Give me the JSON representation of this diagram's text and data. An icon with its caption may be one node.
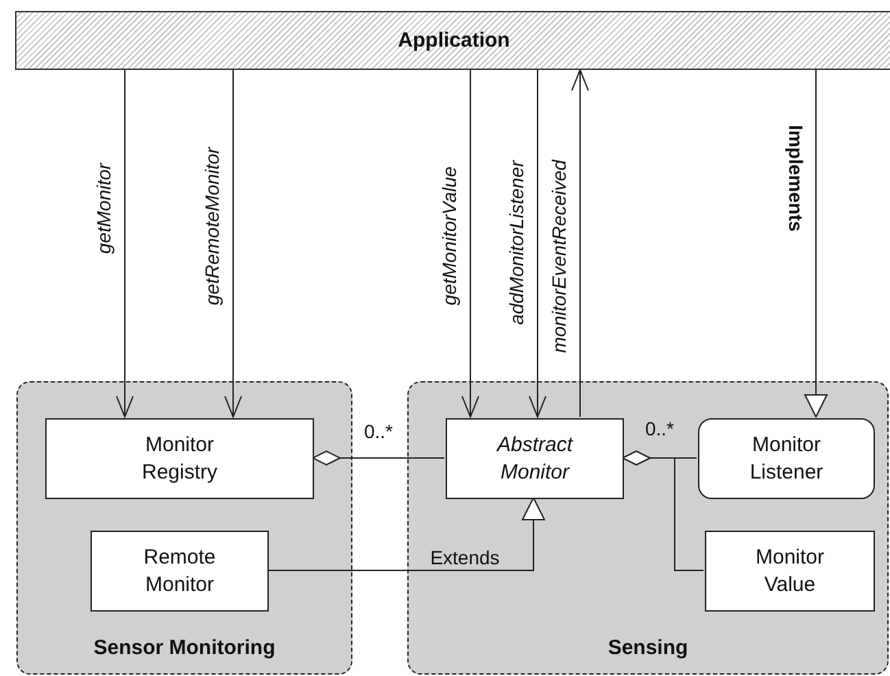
{
  "diagram": {
    "nodes": [
      {
        "text": [
          "Application"
        ]
      },
      {
        "text": [
          "Sensor Monitoring"
        ]
      },
      {
        "text": [
          "Monitor Registry"
        ],
        "in": 1
      },
      {
        "text": [
          "Remote Monitor"
        ],
        "in": 1
      },
      {
        "text": [
          "Sensing"
        ]
      },
      {
        "text": [
          "Abstract Monitor"
        ],
        "in": 4
      },
      {
        "text": [
          "Monitor Listener"
        ],
        "in": 4
      },
      {
        "text": [
          "Monitor Value"
        ],
        "in": 4
      }
    ],
    "edges": [
      {
        "from": 0,
        "to": 2,
        "arrow": "to",
        "label": "getMonitor"
      },
      {
        "from": 0,
        "to": 2,
        "arrow": "to",
        "label": "getRemoteMonitor"
      },
      {
        "from": 0,
        "to": 5,
        "arrow": "to",
        "label": "getMonitorValue"
      },
      {
        "from": 0,
        "to": 5,
        "arrow": "to",
        "label": "addMonitorListener"
      },
      {
        "from": 5,
        "to": 0,
        "arrow": "to",
        "label": "monitorEventReceived"
      },
      {
        "from": 0,
        "to": 6,
        "arrow": "to",
        "label": "Implements"
      },
      {
        "from": 5,
        "to": 2,
        "arrow": "other",
        "label": "0..*"
      },
      {
        "from": 6,
        "to": 5,
        "arrow": "other",
        "label": "0..*"
      },
      {
        "from": 7,
        "to": 5,
        "arrow": "other"
      },
      {
        "from": 3,
        "to": 5,
        "arrow": "to",
        "label": "Extends"
      }
    ]
  }
}
